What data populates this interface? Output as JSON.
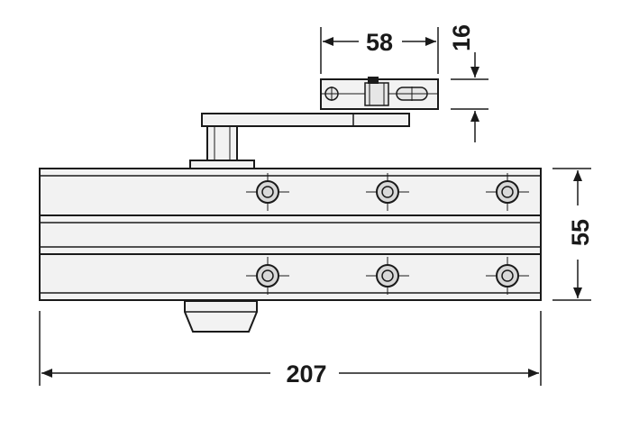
{
  "dimensions": {
    "overall_width": "207",
    "height": "55",
    "bracket_width": "58",
    "bracket_height": "16"
  },
  "colors": {
    "body_fill": "#f2f2f2",
    "line": "#1a1a1a",
    "hole": "#d8d8d8"
  }
}
